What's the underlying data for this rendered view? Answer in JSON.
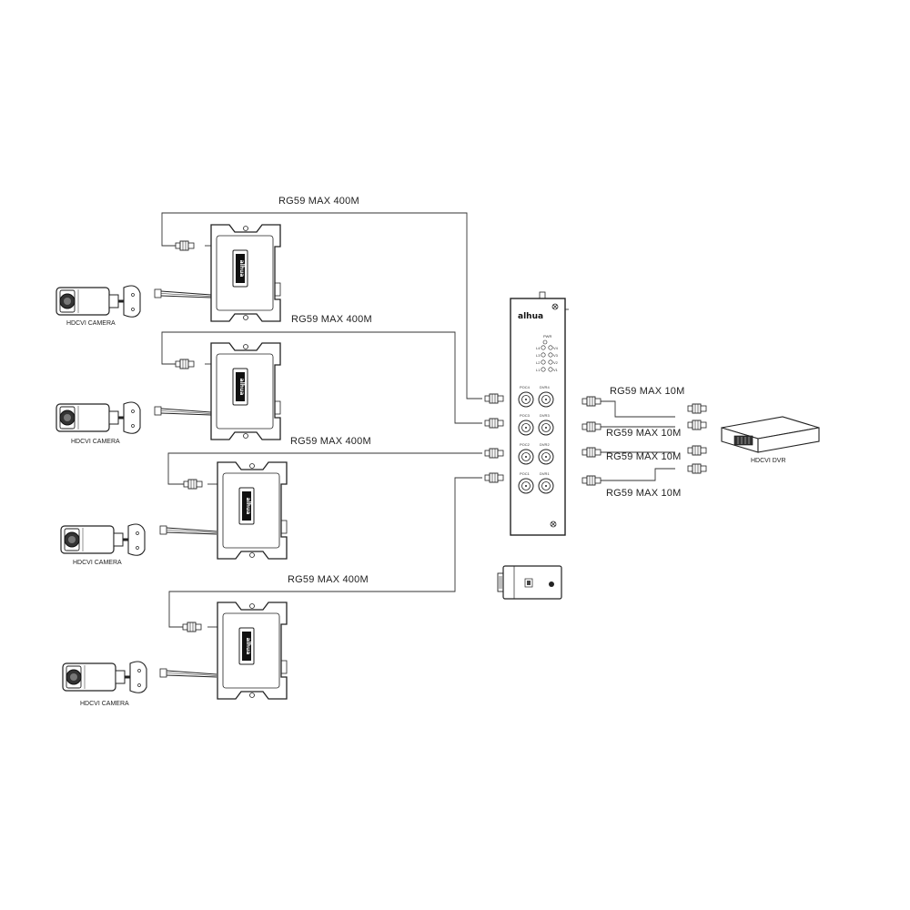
{
  "diagram": {
    "cable_labels_400m": [
      "RG59 MAX 400M",
      "RG59 MAX 400M",
      "RG59 MAX 400M",
      "RG59 MAX 400M"
    ],
    "cable_labels_10m": [
      "RG59 MAX 10M",
      "RG59 MAX 10M",
      "RG59 MAX 10M",
      "RG59 MAX 10M"
    ],
    "camera_label": "HDCVI CAMERA",
    "dvr_label": "HDCVI DVR",
    "brand": "alhua",
    "hub": {
      "pwr": "PWR",
      "led_left": [
        "L4",
        "L3",
        "L2",
        "L1"
      ],
      "led_right": [
        "V4",
        "V3",
        "V2",
        "V1"
      ],
      "ports_poc": [
        "POC4",
        "POC3",
        "POC2",
        "POC1"
      ],
      "ports_dvr": [
        "DVR4",
        "DVR3",
        "DVR2",
        "DVR1"
      ]
    }
  }
}
